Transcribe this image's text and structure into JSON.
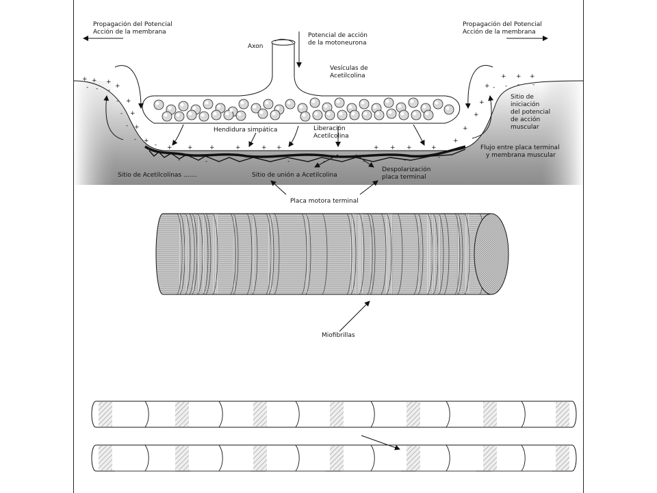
{
  "labels": {
    "prop_left_1": "Propagación del Potencial",
    "prop_left_2": "Acción de la membrana",
    "prop_right_1": "Propagación del Potencial",
    "prop_right_2": "Acción de la membrana",
    "axon": "Axon",
    "action_potential_1": "Potencial de acción",
    "action_potential_2": "de la motoneurona",
    "vesicles_1": "Vesículas de",
    "vesicles_2": "Acetilcolina",
    "init_site_1": "Sitio de",
    "init_site_2": "iniciación",
    "init_site_3": "del potencial",
    "init_site_4": "de acción",
    "init_site_5": "muscular",
    "cleft": "Hendidura simpática",
    "release_1": "Liberación",
    "release_2": "Acetilcolina",
    "flow_1": "Flujo entre placa terminal",
    "flow_2": "y membrana muscular",
    "ach_sites": "Sitio de Acetilcolinas .......",
    "binding_site": "Sitio de unión a Acetilcolina",
    "depol_1": "Despolarización",
    "depol_2": "placa terminal",
    "end_plate": "Placa motora terminal",
    "myofibrils": "Miofibrillas"
  },
  "colors": {
    "outline": "#111111",
    "vesicle_fill": "#d8d8d8",
    "muscle_shade": "#9a9a9a",
    "cylinder_fill": "#c8c8c8",
    "hatch": "#b0b0b0"
  }
}
